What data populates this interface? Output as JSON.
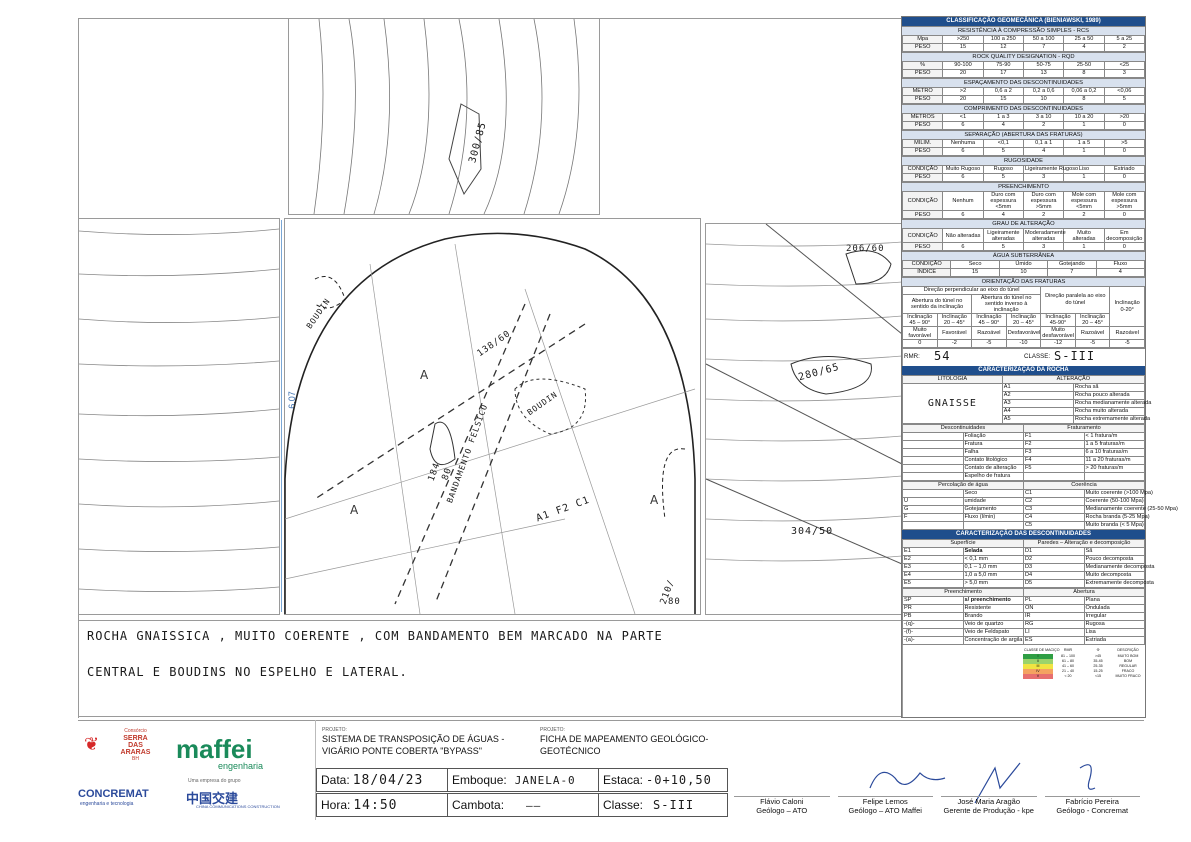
{
  "sketch": {
    "top_panel": {
      "measure": "300/85"
    },
    "left_panel": {
      "height": "6,07"
    },
    "center": {
      "boudin_1": "BOUDIN",
      "boudin_2": "BOUDIN",
      "m1": "138/60",
      "m2": "184",
      "m3": "80",
      "band": "BANDAMENTO FELSICO",
      "lithology": "A1 F2 C1",
      "m4": "210/",
      "m5": "80"
    },
    "right_panel": {
      "m1": "206/60",
      "m2": "280/65",
      "m3": "304/50"
    }
  },
  "notes": {
    "line1": "ROCHA GNAISSICA , MUITO COERENTE , COM BANDAMENTO BEM MARCADO NA PARTE",
    "line2": "CENTRAL E BOUDINS NO ESPELHO E LATERAL."
  },
  "classification": {
    "top_title": "CLASSIFICAÇÃO GEOMECÂNICA (BIENIAWSKI, 1989)",
    "rcs": {
      "title": "RESISTÊNCIA À COMPRESSÃO SIMPLES - RCS",
      "rows": [
        [
          "Mpa",
          ">250",
          "100 a 250",
          "50 a 100",
          "25 a 50",
          "5 a 25"
        ],
        [
          "PESO",
          "15",
          "12",
          "7",
          "4",
          "2"
        ]
      ]
    },
    "rqd": {
      "title": "ROCK QUALITY DESIGNATION - RQD",
      "rows": [
        [
          "%",
          "90-100",
          "75-90",
          "50-75",
          "25-50",
          "<25"
        ],
        [
          "PESO",
          "20",
          "17",
          "13",
          "8",
          "3"
        ]
      ]
    },
    "esp": {
      "title": "ESPAÇAMENTO DAS DESCONTINUIDADES",
      "rows": [
        [
          "METRO",
          ">2",
          "0,6 a 2",
          "0,2 a 0,6",
          "0,06 a 0,2",
          "<0,06"
        ],
        [
          "PESO",
          "20",
          "15",
          "10",
          "8",
          "5"
        ]
      ]
    },
    "comp": {
      "title": "COMPRIMENTO DAS DESCONTINUIDADES",
      "rows": [
        [
          "METROS",
          "<1",
          "1 a 3",
          "3 a 10",
          "10 a 20",
          ">20"
        ],
        [
          "PESO",
          "6",
          "4",
          "2",
          "1",
          "0"
        ]
      ]
    },
    "sep": {
      "title": "SEPARAÇÃO (ABERTURA DAS FRATURAS)",
      "rows": [
        [
          "MILIM.",
          "Nenhuma",
          "<0,1",
          "0,1 a 1",
          "1 a 5",
          ">5"
        ],
        [
          "PESO",
          "6",
          "5",
          "4",
          "1",
          "0"
        ]
      ]
    },
    "rug": {
      "title": "RUGOSIDADE",
      "rows": [
        [
          "CONDIÇÃO",
          "Muito Rugoso",
          "Rugoso",
          "Ligeiramente Rugoso",
          "Liso",
          "Estriado"
        ],
        [
          "PESO",
          "6",
          "5",
          "3",
          "1",
          "0"
        ]
      ]
    },
    "pre": {
      "title": "PREENCHIMENTO",
      "rows": [
        [
          "CONDIÇÃO",
          "Nenhum",
          "Duro com espessura <5mm",
          "Duro com espessura >5mm",
          "Mole com espessura <5mm",
          "Mole com espessura >5mm"
        ],
        [
          "PESO",
          "6",
          "4",
          "2",
          "2",
          "0"
        ]
      ]
    },
    "alt": {
      "title": "GRAU DE ALTERAÇÃO",
      "rows": [
        [
          "CONDIÇÃO",
          "Não alteradas",
          "Ligeiramente alteradas",
          "Moderadamente alteradas",
          "Muito alteradas",
          "Em decomposição"
        ],
        [
          "PESO",
          "6",
          "5",
          "3",
          "1",
          "0"
        ]
      ]
    },
    "agua": {
      "title": "ÁGUA SUBTERRÂNEA",
      "rows": [
        [
          "CONDIÇÃO",
          "Seco",
          "Úmido",
          "Gotejando",
          "Fluxo"
        ],
        [
          "ÍNDICE",
          "15",
          "10",
          "7",
          "4"
        ]
      ]
    },
    "orient": {
      "title": "ORIENTAÇÃO DAS FRATURAS",
      "h1": "Direção perpendicular ao eixo do túnel",
      "h1a": "Abertura do túnel no sentido da inclinação",
      "h1b": "Abertura do túnel no sentido inverso à inclinação",
      "h2": "Direção paralela ao eixo do túnel",
      "h3": "Inclinação 0-20°",
      "incl": [
        "Inclinação 45 – 90°",
        "Inclinação 20 – 45°",
        "Inclinação 45 – 90°",
        "Inclinação 20 – 45°",
        "Inclinação 45-90°",
        "Inclinação 20 – 45°"
      ],
      "cond": [
        "Muito favorável",
        "Favorável",
        "Razoável",
        "Desfavorável",
        "Muito desfavorável",
        "Razoável",
        "Razoável"
      ],
      "vals": [
        "0",
        "-2",
        "-5",
        "-10",
        "-12",
        "-5",
        "-5"
      ]
    },
    "rmr_label": "RMR:",
    "rmr_value": "54",
    "classe_label": "CLASSE:",
    "classe_value": "S-III"
  },
  "legend": {
    "title1": "CARACTERIZAÇÃO DA ROCHA",
    "litologia": "LITOLOGIA",
    "alteracao": "ALTERAÇÃO",
    "litologia_value": "GNAISSE",
    "alt_rows": [
      [
        "A1",
        "Rocha sã"
      ],
      [
        "A2",
        "Rocha pouco alterada"
      ],
      [
        "A3",
        "Rocha medianamente alterada"
      ],
      [
        "A4",
        "Rocha muito alterada"
      ],
      [
        "A5",
        "Rocha extremamente alterada"
      ]
    ],
    "descont": "Descontinuidades",
    "fraturamento": "Fraturamento",
    "desc_rows": [
      "Foliação",
      "Fratura",
      "Falha",
      "Contato litológico",
      "Contato de alteração",
      "Espelho de fratura"
    ],
    "frat_rows": [
      [
        "F1",
        "< 1 fratura/m"
      ],
      [
        "F2",
        "1 a 5 fraturas/m"
      ],
      [
        "F3",
        "6 a 10 fraturas/m"
      ],
      [
        "F4",
        "11 a 20 fraturas/m"
      ],
      [
        "F5",
        "> 20 fraturas/m"
      ]
    ],
    "perc": "Percolação de água",
    "coerencia": "Coerência",
    "perc_rows": [
      [
        "",
        "Seco"
      ],
      [
        "U",
        "umidade"
      ],
      [
        "G",
        "Gotejamento"
      ],
      [
        "F",
        "Fluxo (l/min)"
      ],
      [
        "",
        ""
      ]
    ],
    "coer_rows": [
      [
        "C1",
        "Muito coerente (>100 Mpa)"
      ],
      [
        "C2",
        "Coerente (50-100 Mpa)"
      ],
      [
        "C3",
        "Medianamente coerente (25-50 Mpa)"
      ],
      [
        "C4",
        "Rocha branda (5-25 Mpa)"
      ],
      [
        "C5",
        "Muito branda (< 5 Mpa)"
      ]
    ],
    "title2": "CARACTERIZAÇÃO DAS DESCONTINUIDADES",
    "superficie": "Superfície",
    "paredes": "Paredes – Alteração e decomposição",
    "sup_rows": [
      [
        "E1",
        "Selada"
      ],
      [
        "E2",
        "< 0,1 mm"
      ],
      [
        "E3",
        "0,1 – 1,0 mm"
      ],
      [
        "E4",
        "1,0 a 5,0 mm"
      ],
      [
        "E5",
        "> 5,0 mm"
      ]
    ],
    "par_rows": [
      [
        "D1",
        "Sã"
      ],
      [
        "D2",
        "Pouco decomposta"
      ],
      [
        "D3",
        "Medianamente decomposta"
      ],
      [
        "D4",
        "Muito decomposta"
      ],
      [
        "D5",
        "Extremamente decomposta"
      ]
    ],
    "preenchimento": "Preenchimento",
    "abertura": "Abertura",
    "pre_rows": [
      [
        "SP",
        "s/ preenchimento"
      ],
      [
        "PR",
        "Resistente"
      ],
      [
        "PB",
        "Brando"
      ],
      [
        "-(q)-",
        "Veio de quartzo"
      ],
      [
        "-(f)-",
        "Veio de Feldspato"
      ],
      [
        "-(a)-",
        "Concentração de argila"
      ]
    ],
    "ab_rows": [
      [
        "PL",
        "Plana"
      ],
      [
        "ON",
        "Ondulada"
      ],
      [
        "IR",
        "Irregular"
      ],
      [
        "RG",
        "Rugosa"
      ],
      [
        "LI",
        "Lisa"
      ],
      [
        "ES",
        "Estriada"
      ]
    ],
    "scale_head": [
      "CLASSE DE MACIÇO",
      "RMR",
      "Φ",
      "DESCRIÇÃO"
    ],
    "scale_rows": [
      [
        "I",
        "81 – 100",
        ">45",
        "MUITO BOM"
      ],
      [
        "II",
        "61 – 80",
        "35-45",
        "BOM"
      ],
      [
        "III",
        "41 – 60",
        "25-35",
        "REGULAR"
      ],
      [
        "IV",
        "21 – 40",
        "15-25",
        "FRACO"
      ],
      [
        "V",
        "< 20",
        "<15",
        "MUITO FRACO"
      ]
    ],
    "scale_colors": [
      "#2f9e44",
      "#9bd36b",
      "#f0e442",
      "#f4a261",
      "#e76f6f"
    ]
  },
  "footer": {
    "logos": {
      "serra1": "Consórcio",
      "serra2": "SERRA",
      "serra3": "DAS ARARAS",
      "serra4": "BH",
      "maffei": "maffei",
      "maffei_sub": "engenharia",
      "concremat": "CONCREMAT",
      "concremat_sub": "engenharia e tecnologia",
      "grupo": "Uma empresa do grupo",
      "cccc": "中国交建",
      "cccc_sub": "CHINA COMMUNICATIONS CONSTRUCTION"
    },
    "projeto_label": "PROJETO:",
    "projeto_value": "SISTEMA DE TRANSPOSIÇÃO DE ÁGUAS - VIGÁRIO PONTE COBERTA \"BYPASS\"",
    "projeto2_label": "PROJETO:",
    "projeto2_value": "FICHA DE MAPEAMENTO GEOLÓGICO-GEOTÉCNICO",
    "data_label": "Data:",
    "data_value": "18/04/23",
    "hora_label": "Hora:",
    "hora_value": "14:50",
    "emboque_label": "Emboque:",
    "emboque_value": "JANELA-0",
    "cambota_label": "Cambota:",
    "cambota_value": "——",
    "estaca_label": "Estaca:",
    "estaca_value": "-0+10,50",
    "classe_label": "Classe:",
    "classe_value": "S-III",
    "sign": [
      {
        "name": "Flávio Caloni",
        "role": "Geólogo – ATO"
      },
      {
        "name": "Felipe Lemos",
        "role": "Geólogo – ATO Maffei"
      },
      {
        "name": "José Maria Aragão",
        "role": "Gerente de Produção - kpe"
      },
      {
        "name": "Fabrício Pereira",
        "role": "Geólogo - Concremat"
      }
    ]
  }
}
